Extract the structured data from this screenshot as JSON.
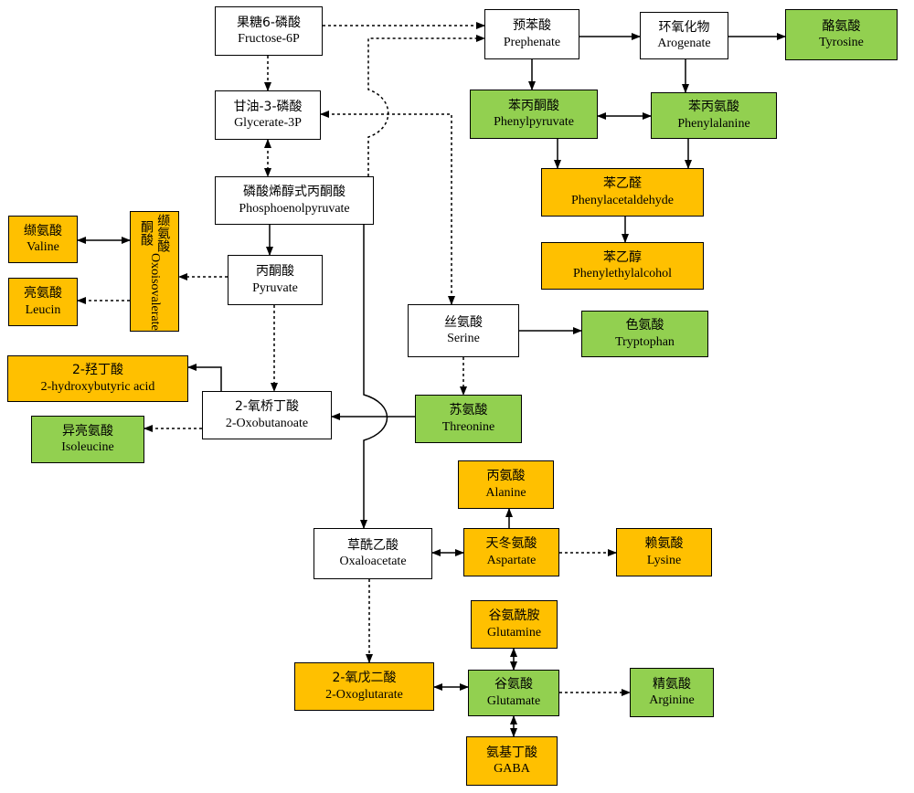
{
  "nodes": {
    "fructose": {
      "cn": "果糖6-磷酸",
      "en": "Fructose-6P"
    },
    "glycerate": {
      "cn": "甘油-3-磷酸",
      "en": "Glycerate-3P"
    },
    "pep": {
      "cn": "磷酸烯醇式丙酮酸",
      "en": "Phosphoenolpyruvate"
    },
    "pyruvate": {
      "cn": "丙酮酸",
      "en": "Pyruvate"
    },
    "oxobutanoate": {
      "cn": "2-氧桥丁酸",
      "en": "2-Oxobutanoate"
    },
    "oxaloacetate": {
      "cn": "草酰乙酸",
      "en": "Oxaloacetate"
    },
    "prephenate": {
      "cn": "预苯酸",
      "en": "Prephenate"
    },
    "arogenate": {
      "cn": "环氧化物",
      "en": "Arogenate"
    },
    "serine": {
      "cn": "丝氨酸",
      "en": "Serine"
    },
    "tyrosine": {
      "cn": "酪氨酸",
      "en": "Tyrosine"
    },
    "phenylpyruvate": {
      "cn": "苯丙酮酸",
      "en": "Phenylpyruvate"
    },
    "phenylalanine": {
      "cn": "苯丙氨酸",
      "en": "Phenylalanine"
    },
    "tryptophan": {
      "cn": "色氨酸",
      "en": "Tryptophan"
    },
    "threonine": {
      "cn": "苏氨酸",
      "en": "Threonine"
    },
    "isoleucine": {
      "cn": "异亮氨酸",
      "en": "Isoleucine"
    },
    "glutamate": {
      "cn": "谷氨酸",
      "en": "Glutamate"
    },
    "arginine": {
      "cn": "精氨酸",
      "en": "Arginine"
    },
    "phenylacetaldehyde": {
      "cn": "苯乙醛",
      "en": "Phenylacetaldehyde"
    },
    "phenylethylalcohol": {
      "cn": "苯乙醇",
      "en": "Phenylethylalcohol"
    },
    "valine": {
      "cn": "缬氨酸",
      "en": "Valine"
    },
    "leucin": {
      "cn": "亮氨酸",
      "en": "Leucin"
    },
    "oxoisovalerate": {
      "cn": "缬氨酸酮酸",
      "en": "Oxoisovalerate"
    },
    "hydroxybutyric": {
      "cn": "2-羟丁酸",
      "en": "2-hydroxybutyric acid"
    },
    "alanine": {
      "cn": "丙氨酸",
      "en": "Alanine"
    },
    "aspartate": {
      "cn": "天冬氨酸",
      "en": "Aspartate"
    },
    "lysine": {
      "cn": "赖氨酸",
      "en": "Lysine"
    },
    "glutamine": {
      "cn": "谷氨酰胺",
      "en": "Glutamine"
    },
    "oxoglutarate": {
      "cn": "2-氧戊二酸",
      "en": "2-Oxoglutarate"
    },
    "gaba": {
      "cn": "氨基丁酸",
      "en": "GABA"
    }
  },
  "colors": {
    "green": "#92d050",
    "orange": "#ffc000",
    "white": "#ffffff",
    "line": "#000000"
  }
}
